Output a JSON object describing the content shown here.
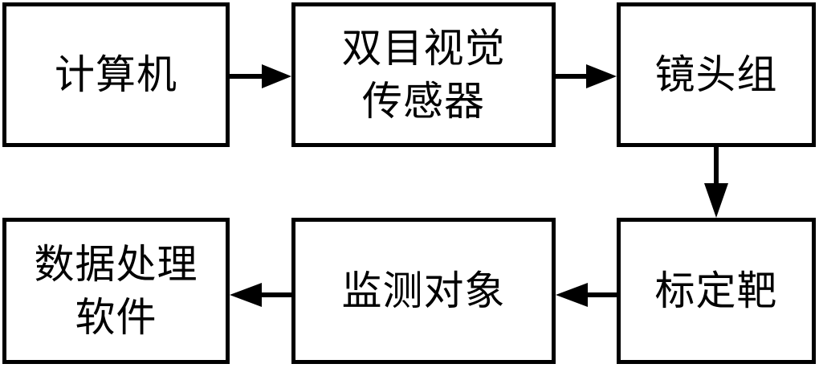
{
  "diagram": {
    "nodes": {
      "computer": "计算机",
      "stereo_sensor": "双目视觉\n传感器",
      "lens_group": "镜头组",
      "data_software": "数据处理\n软件",
      "monitored_object": "监测对象",
      "calibration_target": "标定靶"
    },
    "edges": [
      {
        "from": "计算机",
        "to": "双目视觉传感器"
      },
      {
        "from": "双目视觉传感器",
        "to": "镜头组"
      },
      {
        "from": "镜头组",
        "to": "标定靶"
      },
      {
        "from": "标定靶",
        "to": "监测对象"
      },
      {
        "from": "监测对象",
        "to": "数据处理软件"
      }
    ],
    "colors": {
      "stroke": "#000000",
      "fill": "#ffffff",
      "text": "#000000"
    }
  }
}
